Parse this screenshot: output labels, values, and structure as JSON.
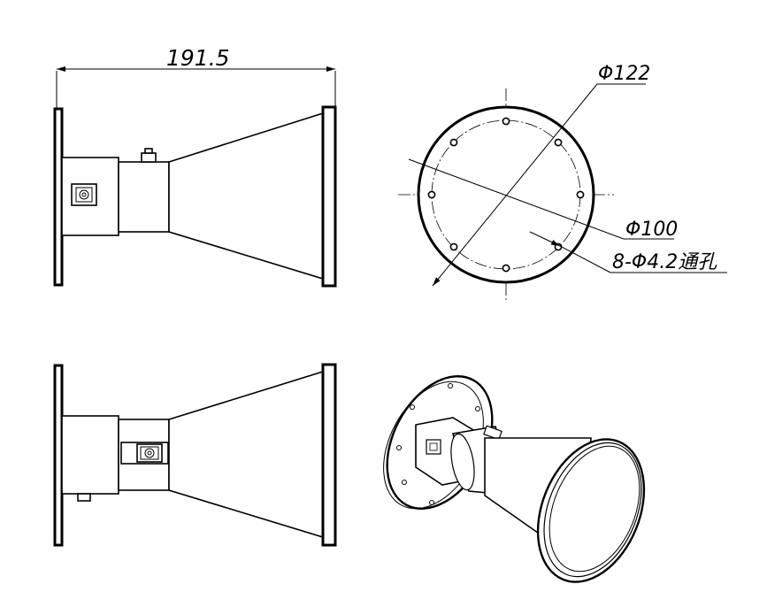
{
  "drawing": {
    "overall_length": "191.5",
    "outer_diameter": "Φ122",
    "bolt_circle": "Φ100",
    "holes": "8-Φ4.2通孔"
  }
}
